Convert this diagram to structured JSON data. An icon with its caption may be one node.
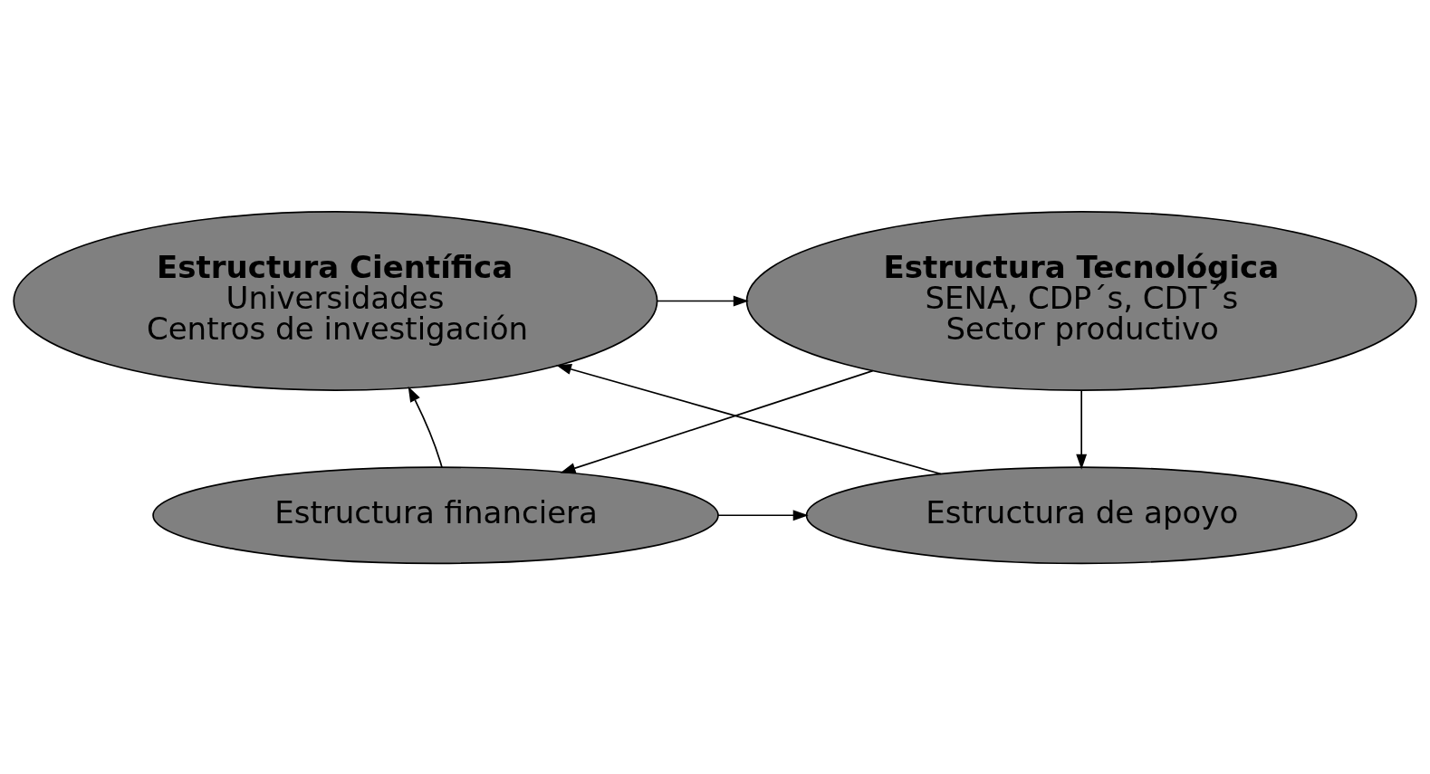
{
  "diagram": {
    "nodes": [
      {
        "text": [
          "Estructura Tecnológica",
          "SENA, CDP´s, CDT´s",
          "Sector productivo"
        ]
      },
      {
        "text": [
          "Estructura Científica",
          "Universidades",
          "Centros de investigación"
        ]
      },
      {
        "text": [
          "Estructura de apoyo"
        ]
      },
      {
        "text": [
          "Estructura financiera"
        ]
      }
    ],
    "edges": [
      {
        "from": 1,
        "to": 0,
        "arrow": "to"
      },
      {
        "from": 0,
        "to": 3,
        "arrow": "to"
      },
      {
        "from": 0,
        "to": 2,
        "arrow": "to"
      },
      {
        "from": 2,
        "to": 1,
        "arrow": "to"
      },
      {
        "from": 3,
        "to": 1,
        "arrow": "to"
      },
      {
        "from": 3,
        "to": 2,
        "arrow": "to"
      }
    ]
  }
}
